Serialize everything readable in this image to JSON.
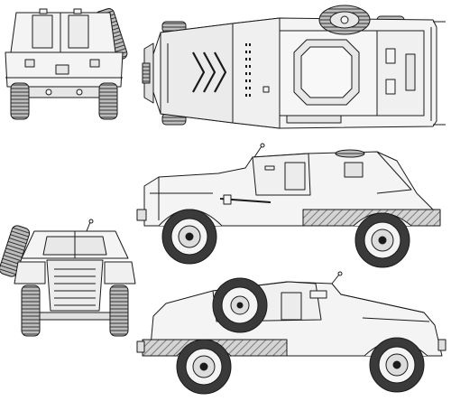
{
  "image": {
    "kind": "technical line drawing",
    "subject": "armored car",
    "views": [
      {
        "id": "rear-view"
      },
      {
        "id": "top-view"
      },
      {
        "id": "right-side-view"
      },
      {
        "id": "front-view"
      },
      {
        "id": "left-side-view"
      }
    ]
  },
  "style": {
    "line_color": "#1a1a1a",
    "body_fill": "#f4f4f4",
    "panel_fill": "#e6e6e6",
    "hatch_color": "#8a8a8a",
    "tire_fill": "#3a3a3a",
    "background": "#ffffff"
  }
}
